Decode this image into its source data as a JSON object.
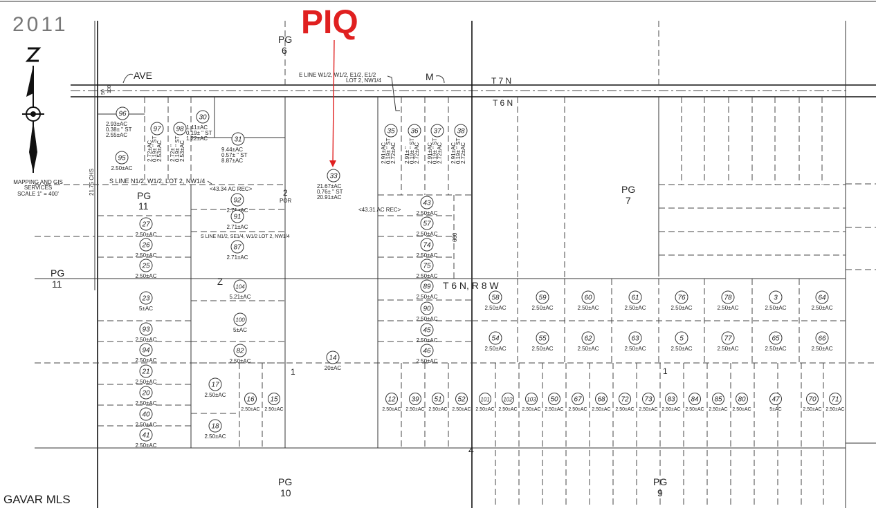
{
  "header": {
    "year": "2011",
    "piq": "PIQ",
    "watermark": "GAVAR MLS",
    "scale_line1": "MAPPING AND GIS",
    "scale_line2": "SERVICES",
    "scale_line3": "SCALE 1\" = 400'"
  },
  "labels": {
    "ave": "AVE",
    "m": "M",
    "t7n": "T 7 N",
    "t6n": "T 6 N",
    "twp": "T 6 N, R 8 W",
    "chs": "21.75 CHS",
    "e_line1": "E LINE W1/2, W1/2, E1/2, E1/2",
    "e_line2": "LOT 2, NW1/4",
    "s_line": "S LINE N1/2, W1/2, LOT 2, NW1/4",
    "s_line2": "S LINE N1/2, SE1/4, W1/2 LOT 2, NW1/4",
    "rec1": "<43.34  AC REC>",
    "rec2": "<43.31  AC REC>",
    "two": "2",
    "por": "POR",
    "one_a": "1",
    "one_b": "1",
    "four": "4",
    "dim660": "660",
    "dim50": "50",
    "dim100": "100",
    "z": "Z"
  },
  "page_refs": [
    {
      "pg": "PG",
      "num": "6"
    },
    {
      "pg": "PG",
      "num": "11"
    },
    {
      "pg": "PG",
      "num": "11"
    },
    {
      "pg": "PG",
      "num": "7"
    },
    {
      "pg": "PG",
      "num": "10"
    },
    {
      "pg": "PG",
      "num": "9"
    }
  ],
  "parcels": [
    {
      "id": "96",
      "lines": [
        "2.93±AC",
        "0.38±  \" ST",
        "2.55±AC"
      ]
    },
    {
      "id": "97",
      "lines": [
        "2.72±AC",
        "0.19±  \" ST",
        "2.53±AC"
      ]
    },
    {
      "id": "98",
      "lines": [
        "2.72±  \"",
        "0.19±  \" ST",
        "2.53±AC"
      ]
    },
    {
      "id": "30",
      "lines": [
        "1.41±AC",
        "0.19±  \" ST",
        "1.22±AC"
      ]
    },
    {
      "id": "31",
      "lines": [
        "9.44±AC",
        "0.57±  \" ST",
        "8.87±AC"
      ]
    },
    {
      "id": "95",
      "lines": [
        "2.50±AC"
      ]
    },
    {
      "id": "33",
      "lines": [
        "21.67±AC",
        "0.76±  \" ST",
        "20.91±AC"
      ]
    },
    {
      "id": "35",
      "lines": [
        "2.91±AC",
        "0.19±  \" ST",
        "2.72±AC"
      ]
    },
    {
      "id": "36",
      "lines": [
        "2.91±  \"",
        "0.19±  \" ST",
        "2.72±AC"
      ]
    },
    {
      "id": "37",
      "lines": [
        "2.91±AC",
        "0.19±  \" ST",
        "2.72±AC"
      ]
    },
    {
      "id": "38",
      "lines": [
        "2.91±AC",
        "0.19±  \" ST",
        "2.72±AC"
      ]
    },
    {
      "id": "92",
      "lines": [
        "2.71±AC"
      ]
    },
    {
      "id": "91",
      "lines": [
        "2.71±AC"
      ]
    },
    {
      "id": "87",
      "lines": [
        "2.71±AC"
      ]
    },
    {
      "id": "27",
      "lines": [
        "2.50±AC"
      ]
    },
    {
      "id": "26",
      "lines": [
        "2.50±AC"
      ]
    },
    {
      "id": "25",
      "lines": [
        "2.50±AC"
      ]
    },
    {
      "id": "43",
      "lines": [
        "2.50±AC"
      ]
    },
    {
      "id": "57",
      "lines": [
        "2.50±AC"
      ]
    },
    {
      "id": "74",
      "lines": [
        "2.50±AC"
      ]
    },
    {
      "id": "75",
      "lines": [
        "2.50±AC"
      ]
    },
    {
      "id": "104",
      "lines": [
        "5.21±AC"
      ]
    },
    {
      "id": "23",
      "lines": [
        "5±AC"
      ]
    },
    {
      "id": "89",
      "lines": [
        "2.50±AC"
      ]
    },
    {
      "id": "90",
      "lines": [
        "2.50±AC"
      ]
    },
    {
      "id": "45",
      "lines": [
        "2.50±AC"
      ]
    },
    {
      "id": "46",
      "lines": [
        "2.50±AC"
      ]
    },
    {
      "id": "100",
      "lines": [
        "5±AC"
      ]
    },
    {
      "id": "93",
      "lines": [
        "2.50±AC"
      ]
    },
    {
      "id": "94",
      "lines": [
        "2.50±AC"
      ]
    },
    {
      "id": "82",
      "lines": [
        "2.50±AC"
      ]
    },
    {
      "id": "14",
      "lines": [
        "20±AC"
      ]
    },
    {
      "id": "58",
      "lines": [
        "2.50±AC"
      ]
    },
    {
      "id": "59",
      "lines": [
        "2.50±AC"
      ]
    },
    {
      "id": "60",
      "lines": [
        "2.50±AC"
      ]
    },
    {
      "id": "61",
      "lines": [
        "2.50±AC"
      ]
    },
    {
      "id": "76",
      "lines": [
        "2.50±AC"
      ]
    },
    {
      "id": "78",
      "lines": [
        "2.50±AC"
      ]
    },
    {
      "id": "3",
      "lines": [
        "2.50±AC"
      ]
    },
    {
      "id": "64",
      "lines": [
        "2.50±AC"
      ]
    },
    {
      "id": "54",
      "lines": [
        "2.50±AC"
      ]
    },
    {
      "id": "55",
      "lines": [
        "2.50±AC"
      ]
    },
    {
      "id": "62",
      "lines": [
        "2.50±AC"
      ]
    },
    {
      "id": "63",
      "lines": [
        "2.50±AC"
      ]
    },
    {
      "id": "5",
      "lines": [
        "2.50±AC"
      ]
    },
    {
      "id": "77",
      "lines": [
        "2.50±AC"
      ]
    },
    {
      "id": "65",
      "lines": [
        "2.50±AC"
      ]
    },
    {
      "id": "66",
      "lines": [
        "2.50±AC"
      ]
    },
    {
      "id": "21",
      "lines": [
        "2.50±AC"
      ]
    },
    {
      "id": "20",
      "lines": [
        "2.50±AC"
      ]
    },
    {
      "id": "40",
      "lines": [
        "2.50±AC"
      ]
    },
    {
      "id": "41",
      "lines": [
        "2.50±AC"
      ]
    },
    {
      "id": "17",
      "lines": [
        "2.50±AC"
      ]
    },
    {
      "id": "18",
      "lines": [
        "2.50±AC"
      ]
    },
    {
      "id": "16",
      "lines": [
        "2.50±AC"
      ]
    },
    {
      "id": "15",
      "lines": [
        "2.50±AC"
      ]
    },
    {
      "id": "12",
      "lines": [
        "2.50±AC"
      ]
    },
    {
      "id": "39",
      "lines": [
        "2.50±AC"
      ]
    },
    {
      "id": "51",
      "lines": [
        "2.50±AC"
      ]
    },
    {
      "id": "52",
      "lines": [
        "2.50±AC"
      ]
    },
    {
      "id": "101",
      "lines": [
        "2.50±AC"
      ]
    },
    {
      "id": "102",
      "lines": [
        "2.50±AC"
      ]
    },
    {
      "id": "103",
      "lines": [
        "2.50±AC"
      ]
    },
    {
      "id": "50",
      "lines": [
        "2.50±AC"
      ]
    },
    {
      "id": "67",
      "lines": [
        "2.50±AC"
      ]
    },
    {
      "id": "68",
      "lines": [
        "2.50±AC"
      ]
    },
    {
      "id": "72",
      "lines": [
        "2.50±AC"
      ]
    },
    {
      "id": "73",
      "lines": [
        "2.50±AC"
      ]
    },
    {
      "id": "83",
      "lines": [
        "2.50±AC"
      ]
    },
    {
      "id": "84",
      "lines": [
        "2.50±AC"
      ]
    },
    {
      "id": "85",
      "lines": [
        "2.50±AC"
      ]
    },
    {
      "id": "80",
      "lines": [
        "2.50±AC"
      ]
    },
    {
      "id": "47",
      "lines": [
        "5±AC"
      ]
    },
    {
      "id": "70",
      "lines": [
        "2.50±AC"
      ]
    },
    {
      "id": "71",
      "lines": [
        "2.50±AC"
      ]
    }
  ]
}
